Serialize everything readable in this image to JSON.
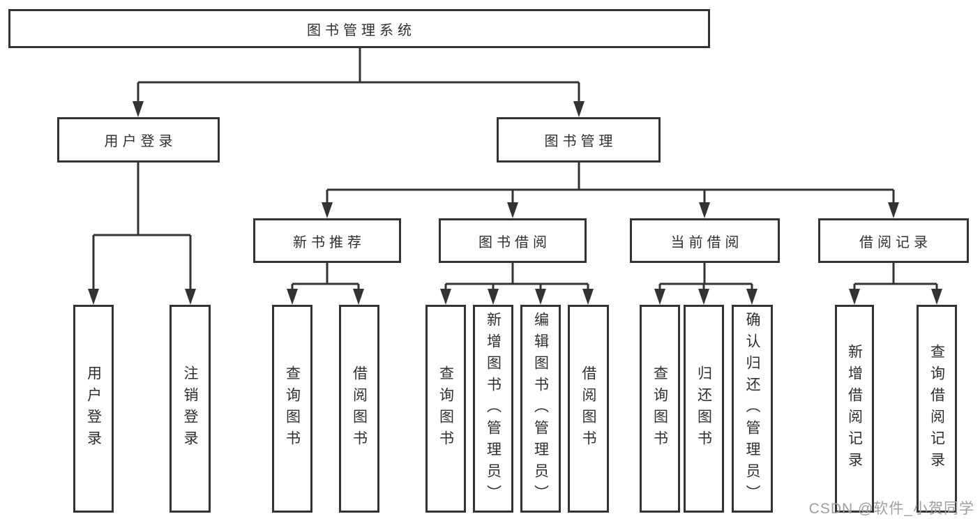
{
  "tree": {
    "root": "图书管理系统",
    "branches": [
      {
        "label": "用户登录",
        "children": [
          "用户登录",
          "注销登录"
        ]
      },
      {
        "label": "图书管理",
        "children": [
          {
            "label": "新书推荐",
            "children": [
              "查询图书",
              "借阅图书"
            ]
          },
          {
            "label": "图书借阅",
            "children": [
              "查询图书",
              "新增图书（管理员）",
              "编辑图书（管理员）",
              "借阅图书"
            ]
          },
          {
            "label": "当前借阅",
            "children": [
              "查询图书",
              "归还图书",
              "确认归还（管理员）"
            ]
          },
          {
            "label": "借阅记录",
            "children": [
              "新增借阅记录",
              "查询借阅记录"
            ]
          }
        ]
      }
    ]
  },
  "watermark": "CSDN @软件_小贺同学",
  "colors": {
    "line": "#333333",
    "box_border": "#333333",
    "text": "#2f2f2f",
    "watermark": "#9e9e9e",
    "background": "#ffffff"
  }
}
